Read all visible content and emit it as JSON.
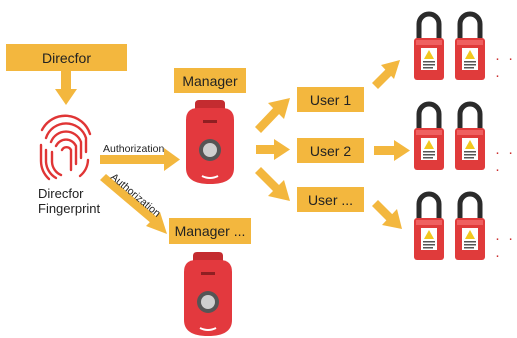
{
  "source_label": "Direcfor",
  "manager_label": "Manager",
  "manager2_label": "Manager ...",
  "fingerprint_label_line1": "Direcfor",
  "fingerprint_label_line2": "Fingerprint",
  "authorization_label_1": "Authorization",
  "authorization_label_2": "Authorization",
  "users": [
    "User 1",
    "User 2",
    "User ..."
  ],
  "more_indicator": "· · ·",
  "colors": {
    "box": "#f3b73e",
    "arrow": "#f3b73e",
    "lock_body": "#e03b3b",
    "shackle": "#2b2b2b",
    "manager_device": "#e3393e",
    "fingerprint": "#e03535"
  }
}
